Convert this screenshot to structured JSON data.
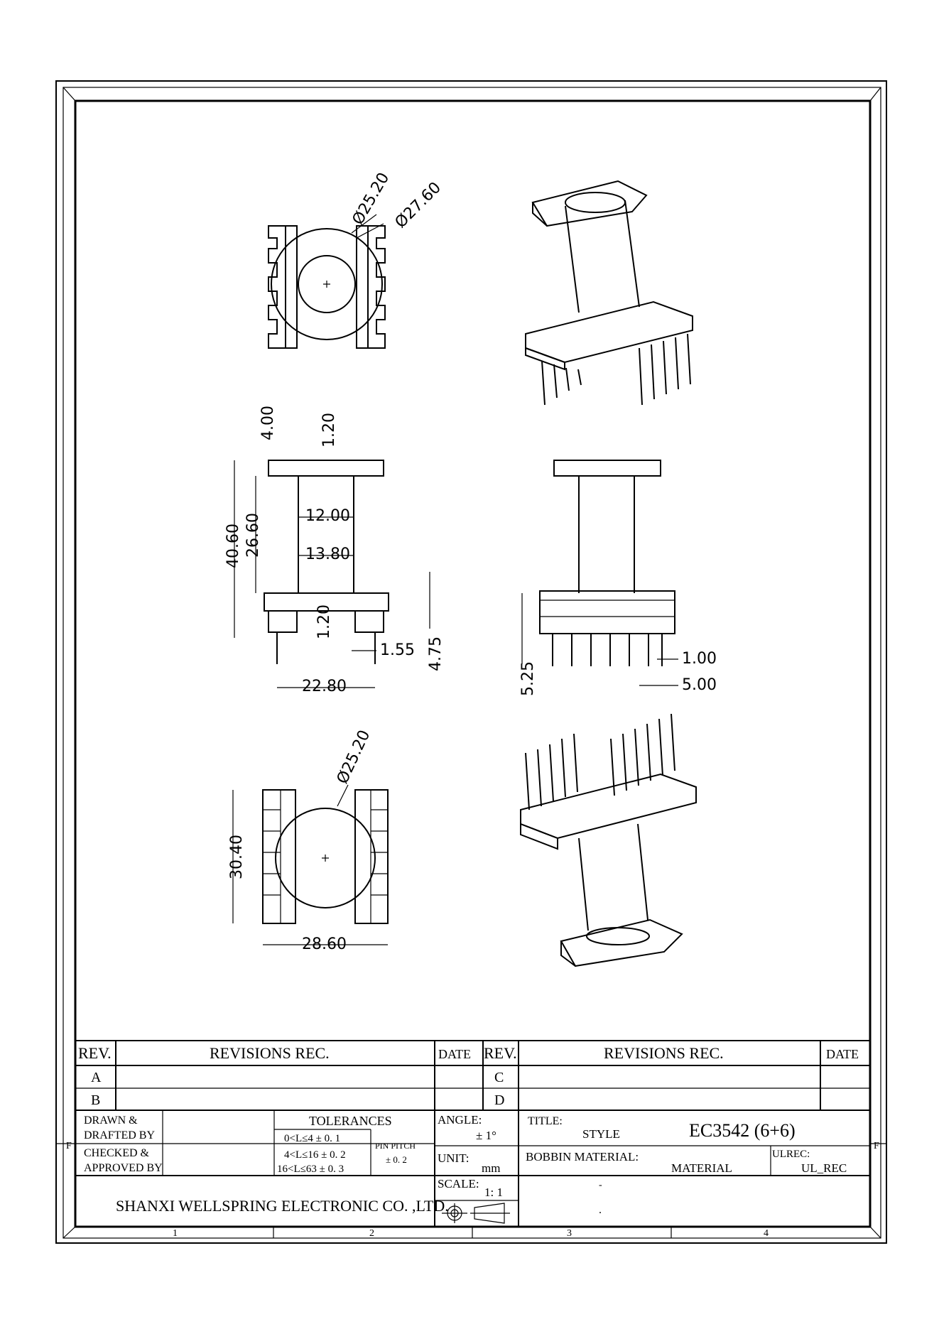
{
  "dimensions": {
    "top_view": {
      "inner_diameter": "Ø25.20",
      "outer_diameter": "Ø27.60"
    },
    "front_view": {
      "top_flange": "4.00",
      "top_gap": "1.20",
      "total_height": "40.60",
      "winding_height": "26.60",
      "inner_width": "12.00",
      "outer_width": "13.80",
      "bottom_gap": "1.20",
      "pin_offset": "1.55",
      "base_height": "4.75",
      "base_width": "22.80"
    },
    "side_view": {
      "pin_length": "5.25",
      "pin_width": "1.00",
      "pin_pitch": "5.00"
    },
    "bottom_view": {
      "diameter": "Ø25.20",
      "height": "30.40",
      "width": "28.60"
    }
  },
  "title_block": {
    "rev_header": "REV.",
    "revisions_header": "REVISIONS REC.",
    "date_header": "DATE",
    "rev_rows_left": [
      "A",
      "B"
    ],
    "rev_rows_right": [
      "C",
      "D"
    ],
    "drawn_label_1": "DRAWN  &",
    "drawn_label_2": "DRAFTED BY",
    "checked_label_1": "CHECKED  &",
    "checked_label_2": "APPROVED BY",
    "tolerances_header": "TOLERANCES",
    "tol_rows": [
      "0<L≤4  ± 0. 1",
      "4<L≤16 ± 0. 2",
      "16<L≤63 ± 0. 3"
    ],
    "pin_pitch_label": "PIN PITCH",
    "pin_pitch_tol": "± 0. 2",
    "angle_label": "ANGLE:",
    "angle_value": "± 1°",
    "unit_label": "UNIT:",
    "unit_value": "mm",
    "scale_label": "SCALE:",
    "scale_value": "1: 1",
    "title_label": "TITLE:",
    "style_label": "STYLE",
    "part_number": "EC3542 (6+6)",
    "bobbin_label": "BOBBIN MATERIAL:",
    "material_value": "MATERIAL",
    "ulrec_label": "ULREC:",
    "ulrec_value": "UL_REC",
    "company": "SHANXI WELLSPRING ELECTRONIC CO. ,LTD.",
    "dash_mark": "-",
    "dot_mark": ".",
    "zone_numbers": [
      "1",
      "2",
      "3",
      "4"
    ],
    "zone_letter": "F"
  }
}
